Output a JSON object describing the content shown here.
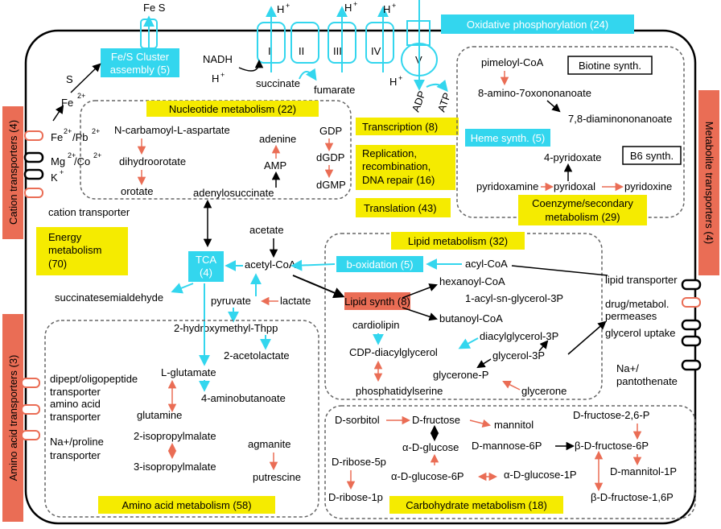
{
  "colors": {
    "yellow": "#f5eb00",
    "cyan": "#33d6ee",
    "salmon": "#ea6d55",
    "arrow_black": "#000000",
    "arrow_salmon": "#ea6d55",
    "arrow_cyan": "#33d6ee",
    "membrane": "#000000",
    "dash": "#666666"
  },
  "top": {
    "fes": "Fe S",
    "fes_cluster": "Fe/S Cluster assembly (5)",
    "s": "S",
    "fe2": "Fe",
    "fe2_sup": "2+",
    "nadh": "NADH",
    "h_plus": "H",
    "h_plus_sup": "+",
    "succinate": "succinate",
    "fumarate": "fumarate",
    "oxphos": "Oxidative phosphorylation (24)",
    "adp": "ADP",
    "atp": "ATP",
    "complex_I": "I",
    "complex_II": "II",
    "complex_III": "III",
    "complex_IV": "IV",
    "complex_V": "V"
  },
  "left_side": {
    "cation_transporters": "Cation transporters (4)",
    "amino_acid_transporters": "Amino acid transporters (3)",
    "fe_pb": "Fe",
    "fe_pb_2": "/Pb",
    "sup_2plus": "2+",
    "mg_co": "Mg",
    "mg_co_2": "/Co",
    "k_plus": "K",
    "k_sup": "+",
    "cation_transporter": "cation transporter",
    "dipept": "dipept/oligopeptide transporter",
    "dipept_l1": "dipept/oligopeptide",
    "dipept_l2": "transporter",
    "amino_acid_l1": "amino acid",
    "amino_acid_l2": "transporter",
    "naproline_l1": "Na+/proline",
    "naproline_l2": "transporter"
  },
  "right_side": {
    "metabolite_transporters": "Metabolite transporters (4)",
    "lipid_transporter": "lipid transporter",
    "drug_l1": "drug/metabol.",
    "drug_l2": "permeases",
    "glycerol_uptake": "glycerol uptake",
    "na_panto_l1": "Na+/",
    "na_panto_l2": "pantothenate"
  },
  "nucleotide": {
    "title": "Nucleotide metabolism (22)",
    "n_carbamoyl": "N-carbamoyl-L-aspartate",
    "dihydroorotate": "dihydroorotate",
    "orotate": "orotate",
    "adenine": "adenine",
    "amp": "AMP",
    "adenylosuccinate": "adenylosuccinate",
    "gdp": "GDP",
    "dgdp": "dGDP",
    "dgmp": "dGMP"
  },
  "info_boxes": {
    "transcription": "Transcription (8)",
    "replication_l1": "Replication,",
    "replication_l2": "recombination,",
    "replication_l3": "DNA repair (16)",
    "translation": "Translation (43)"
  },
  "coenzyme": {
    "pimeloyl": "pimeloyl-CoA",
    "biotine": "Biotine synth.",
    "amino7oxo": "8-amino-7oxononanoate",
    "diamino": "7,8-diaminononanoate",
    "heme": "Heme synth. (5)",
    "pyridoxate": "4-pyridoxate",
    "b6": "B6 synth.",
    "pyridoxamine": "pyridoxamine",
    "pyridoxal": "pyridoxal",
    "pyridoxine": "pyridoxine",
    "title_l1": "Coenzyme/secondary",
    "title_l2": "metabolism (29)"
  },
  "energy": {
    "title_l1": "Energy",
    "title_l2": "metabolism",
    "title_l3": "(70)",
    "tca_l1": "TCA",
    "tca_l2": "(4)",
    "acetate": "acetate",
    "acetyl_coa": "acetyl-CoA",
    "succinatesemialdehyde": "succinatesemialdehyde",
    "pyruvate": "pyruvate",
    "lactate": "lactate",
    "hydroxymethyl": "2-hydroxymethyl-Thpp",
    "acetolactate": "2-acetolactate"
  },
  "lipid": {
    "title": "Lipid metabolism (32)",
    "b_oxidation": "b-oxidation (5)",
    "acyl_coa": "acyl-CoA",
    "lipid_synth": "Lipid synth (8)",
    "hexanoyl": "hexanoyl-CoA",
    "acyl_sn": "1-acyl-sn-glycerol-3P",
    "butanoyl": "butanoyl-CoA",
    "cardiolipin": "cardiolipin",
    "diacylglycerol3p": "diacylglycerol-3P",
    "cdp": "CDP-diacylglycerol",
    "glycerol3p": "glycerol-3P",
    "glycerone_p": "glycerone-P",
    "phosphatidylserine": "phosphatidylserine",
    "glycerone": "glycerone"
  },
  "amino": {
    "title": "Amino acid metabolism (58)",
    "l_glutamate": "L-glutamate",
    "aminobutanoate": "4-aminobutanoate",
    "glutamine": "glutamine",
    "isopropylmalate2": "2-isopropylmalate",
    "isopropylmalate3": "3-isopropylmalate",
    "agmanite": "agmanite",
    "putrescine": "putrescine"
  },
  "carbo": {
    "title": "Carbohydrate metabolism (18)",
    "sorbitol": "D-sorbitol",
    "fructose": "D-fructose",
    "mannitol": "mannitol",
    "fructose26p": "D-fructose-2,6-P",
    "a_glucose": "α-D-glucose",
    "mannose6p": "D-mannose-6P",
    "b_fructose6p": "β-D-fructose-6P",
    "ribose5p": "D-ribose-5p",
    "a_glucose6p": "α-D-glucose-6P",
    "a_glucose1p": "α-D-glucose-1P",
    "mannitol1p": "D-mannitol-1P",
    "ribose1p": "D-ribose-1p",
    "b_fructose16p": "β-D-fructose-1,6P"
  }
}
